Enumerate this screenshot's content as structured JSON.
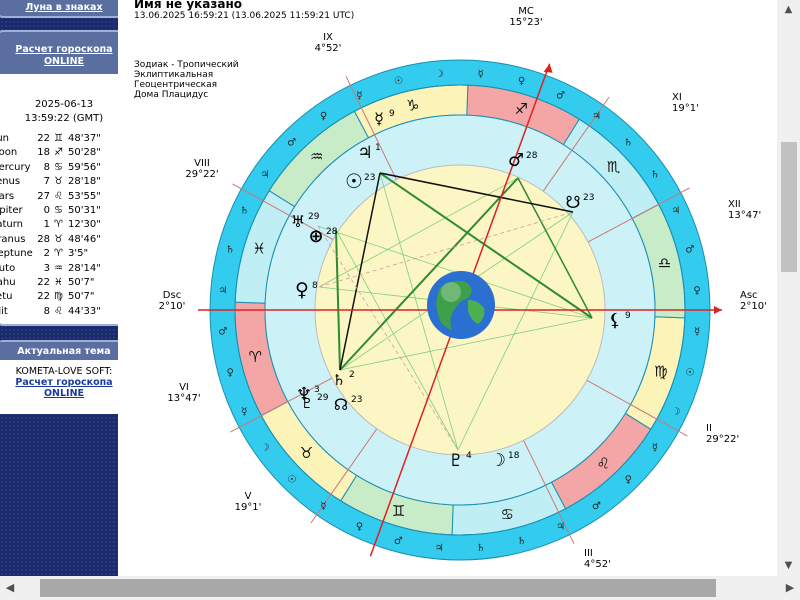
{
  "sidebar": {
    "top_link": "Луна в знаках",
    "calc_link": "Расчет гороскопа ONLINE",
    "date": "2025-06-13",
    "time": "13:59:22 (GMT)",
    "planets": [
      {
        "name": "Sun",
        "deg": "22",
        "sign_symbol": "♊",
        "min": "48'37\""
      },
      {
        "name": "Moon",
        "deg": "18",
        "sign_symbol": "♐",
        "min": "50'28\""
      },
      {
        "name": "Mercury",
        "deg": "8",
        "sign_symbol": "♋",
        "min": "59'56\""
      },
      {
        "name": "Venus",
        "deg": "7",
        "sign_symbol": "♉",
        "min": "28'18\""
      },
      {
        "name": "Mars",
        "deg": "27",
        "sign_symbol": "♌",
        "min": "53'55\""
      },
      {
        "name": "Jupiter",
        "deg": "0",
        "sign_symbol": "♋",
        "min": "50'31\""
      },
      {
        "name": "Saturn",
        "deg": "1",
        "sign_symbol": "♈",
        "min": "12'30\""
      },
      {
        "name": "Uranus",
        "deg": "28",
        "sign_symbol": "♉",
        "min": "48'46\""
      },
      {
        "name": "Neptune",
        "deg": "2",
        "sign_symbol": "♈",
        "min": "3'5\""
      },
      {
        "name": "Pluto",
        "deg": "3",
        "sign_symbol": "♒",
        "min": "28'14\""
      },
      {
        "name": "Rahu",
        "deg": "22",
        "sign_symbol": "♓",
        "min": "50'7\""
      },
      {
        "name": "Ketu",
        "deg": "22",
        "sign_symbol": "♍",
        "min": "50'7\""
      },
      {
        "name": "Lilit",
        "deg": "8",
        "sign_symbol": "♌",
        "min": "44'33\""
      }
    ],
    "theme_title": "Актуальная тема",
    "theme_text": "KOMETA-LOVE SOFT:",
    "theme_link": "Расчет гороскопа ONLINE"
  },
  "header": {
    "title": "Имя не указано",
    "datetime": "13.06.2025 16:59:21 (13.06.2025 11:59:21 UTC)",
    "info": [
      "Зодиак - Тропический",
      "Эклиптикальная",
      "Геоцентрическая",
      "Дома Плацидус"
    ]
  },
  "chart": {
    "houses": [
      {
        "id": "MC",
        "label": "MC",
        "value": "15°23'"
      },
      {
        "id": "XI",
        "label": "XI",
        "value": "19°1'"
      },
      {
        "id": "XII",
        "label": "XII",
        "value": "13°47'"
      },
      {
        "id": "Asc",
        "label": "Asc",
        "value": "2°10'"
      },
      {
        "id": "II",
        "label": "II",
        "value": "29°22'"
      },
      {
        "id": "III",
        "label": "III",
        "value": "4°52'"
      },
      {
        "id": "V",
        "label": "V",
        "value": "19°1'"
      },
      {
        "id": "VI",
        "label": "VI",
        "value": "13°47'"
      },
      {
        "id": "Dsc",
        "label": "Dsc",
        "value": "2°10'"
      },
      {
        "id": "VIII",
        "label": "VIII",
        "value": "29°22'"
      },
      {
        "id": "IX",
        "label": "IX",
        "value": "4°52'"
      }
    ],
    "planet_marks": [
      {
        "symbol": "☿",
        "num": "9",
        "name": "mercury"
      },
      {
        "symbol": "♃",
        "num": "1",
        "name": "jupiter"
      },
      {
        "symbol": "☉",
        "num": "23",
        "name": "sun"
      },
      {
        "symbol": "♂",
        "num": "28",
        "name": "mars"
      },
      {
        "symbol": "☋",
        "num": "23",
        "name": "ketu"
      },
      {
        "symbol": "♅",
        "num": "29",
        "name": "uranus"
      },
      {
        "symbol": "⊕",
        "num": "28",
        "name": "part-of-fortune"
      },
      {
        "symbol": "♀",
        "num": "8",
        "name": "venus"
      },
      {
        "symbol": "⚸",
        "num": "9",
        "name": "lilit"
      },
      {
        "symbol": "♆",
        "num": "3",
        "name": "neptune"
      },
      {
        "symbol": "♄",
        "num": "2",
        "name": "saturn"
      },
      {
        "symbol": "☊",
        "num": "23",
        "name": "rahu"
      },
      {
        "symbol": "♇",
        "num": "29",
        "name": "chiron"
      },
      {
        "symbol": "♇",
        "num": "4",
        "name": "pluto"
      },
      {
        "symbol": "☽",
        "num": "18",
        "name": "moon"
      }
    ]
  },
  "colors": {
    "sidebar_bg": "#1a2a6b",
    "outer_ring": "#33ccee",
    "inner_light": "#ccf2f8",
    "fire_sign": "#f4a6a6",
    "earth_sign": "#fbf3b8",
    "air_sign": "#c8ecc8",
    "water_sign": "#bfeff5",
    "asc_line": "#dd2222",
    "aspect_green": "#2e8b2e",
    "aspect_black": "#111111"
  }
}
